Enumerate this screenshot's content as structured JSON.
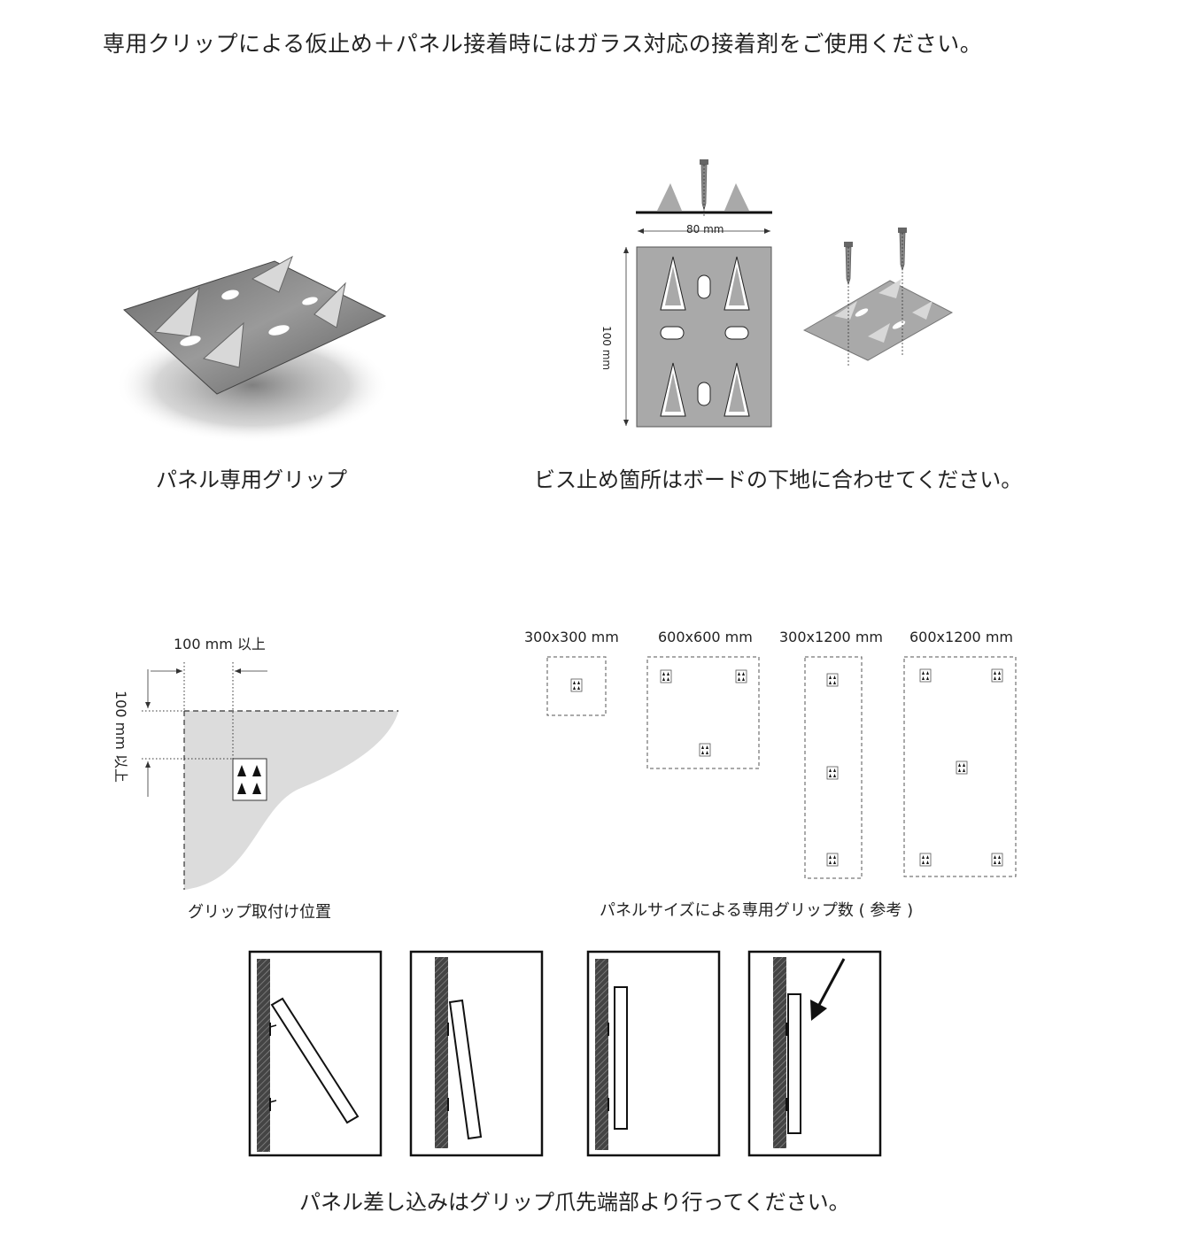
{
  "header": {
    "text": "専用クリップによる仮止め＋パネル接着時にはガラス対応の接着剤をご使用ください。"
  },
  "grip_section": {
    "caption": "パネル専用グリップ"
  },
  "screw_section": {
    "caption": "ビス止め箇所はボードの下地に合わせてください。",
    "width_label": "80 mm",
    "height_label": "100 mm"
  },
  "position_section": {
    "caption": "グリップ取付け位置",
    "horizontal_label": "100 mm 以上",
    "vertical_label": "100 mm 以上"
  },
  "count_section": {
    "caption": "パネルサイズによる専用グリップ数 ( 参考 )",
    "sizes": [
      {
        "label": "300x300 mm",
        "grips": 1
      },
      {
        "label": "600x600 mm",
        "grips": 3
      },
      {
        "label": "300x1200 mm",
        "grips": 3
      },
      {
        "label": "600x1200 mm",
        "grips": 5
      }
    ]
  },
  "insert_section": {
    "caption": "パネル差し込みはグリップ爪先端部より行ってください。",
    "steps": 4
  },
  "colors": {
    "plate_gray": "#a9a9a9",
    "dark_metal": "#555555",
    "wall_fill": "#dcdcdc",
    "line": "#222222"
  }
}
